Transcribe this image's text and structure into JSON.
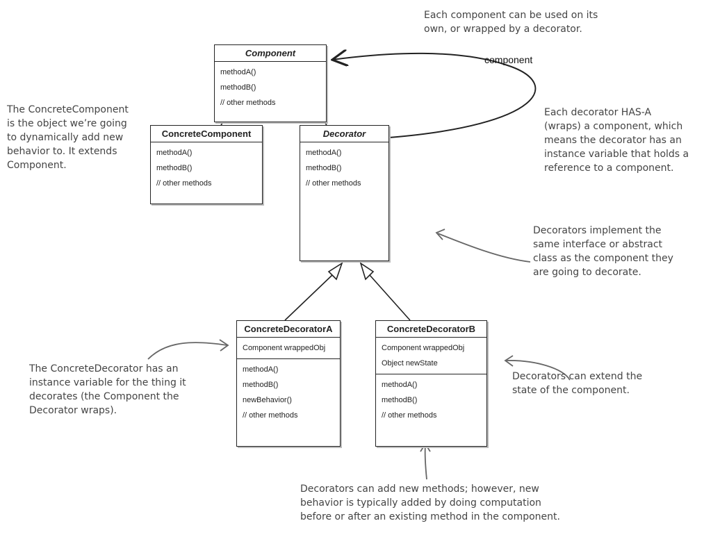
{
  "classes": {
    "component": {
      "name": "Component",
      "fields": [],
      "methods": [
        "methodA()",
        "methodB()",
        "// other methods"
      ]
    },
    "concrete_component": {
      "name": "ConcreteComponent",
      "fields": [],
      "methods": [
        "methodA()",
        "methodB()",
        "// other methods"
      ]
    },
    "decorator": {
      "name": "Decorator",
      "fields": [],
      "methods": [
        "methodA()",
        "methodB()",
        "// other methods"
      ]
    },
    "concrete_decorator_a": {
      "name": "ConcreteDecoratorA",
      "fields": [
        "Component wrappedObj"
      ],
      "methods": [
        "methodA()",
        "methodB()",
        "newBehavior()",
        "// other methods"
      ]
    },
    "concrete_decorator_b": {
      "name": "ConcreteDecoratorB",
      "fields": [
        "Component wrappedObj",
        "Object newState"
      ],
      "methods": [
        "methodA()",
        "methodB()",
        "// other methods"
      ]
    }
  },
  "association_label": "component",
  "notes": {
    "top_right": [
      "Each component can be used on its",
      "own, or wrapped by a decorator."
    ],
    "concrete_component": [
      "The ConcreteComponent",
      "is the object we’re going",
      "to dynamically add new",
      "behavior to. It extends",
      "Component."
    ],
    "has_a": [
      "Each decorator HAS-A",
      "(wraps) a component, which",
      "means the decorator has an",
      "instance variable that holds a",
      "reference to a component."
    ],
    "implement": [
      "Decorators implement the",
      "same interface or abstract",
      "class as the component they",
      "are going to decorate."
    ],
    "concrete_decorator": [
      "The ConcreteDecorator has an",
      "instance variable for the thing it",
      "decorates (the Component the",
      "Decorator wraps)."
    ],
    "extend_state": [
      "Decorators can extend the",
      "state of the component."
    ],
    "new_methods": [
      "Decorators can add new methods; however, new",
      "behavior is typically added by doing computation",
      "before or after an existing method in the component."
    ]
  },
  "colors": {
    "line": "#222222",
    "note_text": "#444444",
    "annotation_arrow": "#666666"
  }
}
